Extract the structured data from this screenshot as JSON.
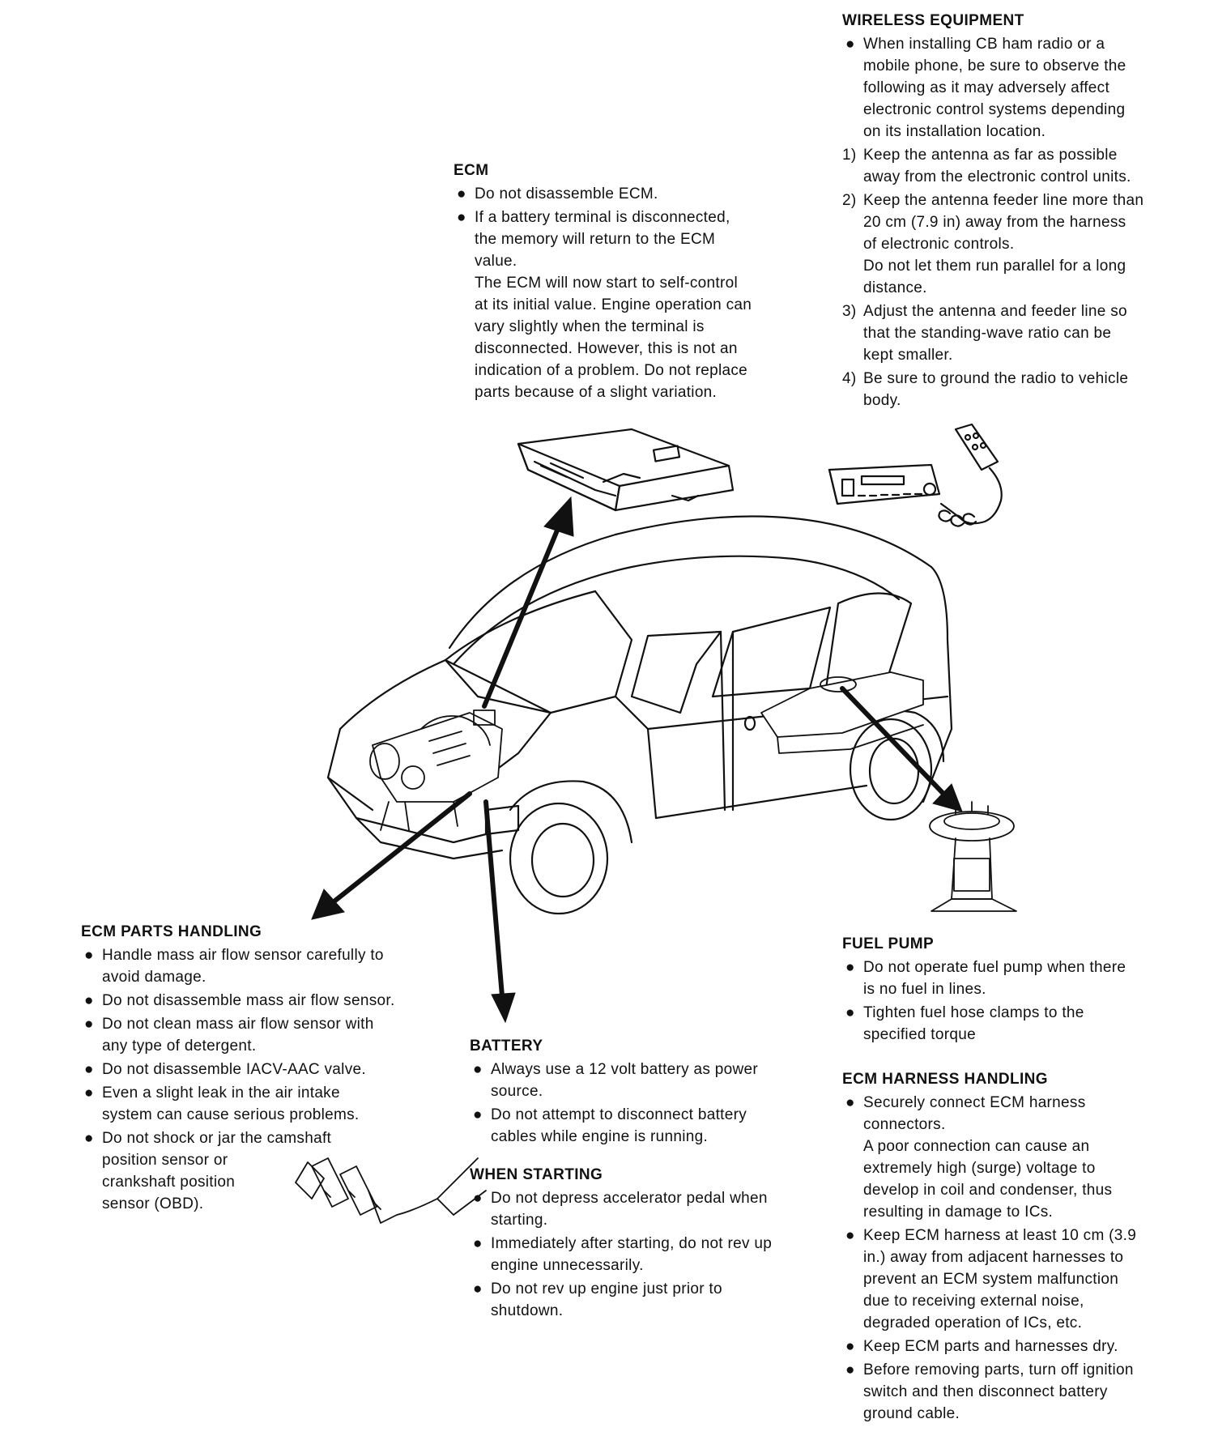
{
  "wireless": {
    "title": "WIRELESS EQUIPMENT",
    "intro": [
      "When installing CB ham radio or a",
      "mobile phone, be sure to observe the",
      "following as it may adversely affect",
      "electronic control systems depending",
      "on its installation location."
    ],
    "items": [
      {
        "num": "1)",
        "lines": [
          "Keep the antenna as far as possible",
          "away from the electronic control units."
        ]
      },
      {
        "num": "2)",
        "lines": [
          "Keep the antenna feeder line more than",
          "20 cm (7.9 in) away from the harness",
          "of electronic controls.",
          "Do not let them run parallel for a long",
          "distance."
        ]
      },
      {
        "num": "3)",
        "lines": [
          "Adjust the antenna and feeder line so",
          "that the standing-wave ratio can be",
          "kept smaller."
        ]
      },
      {
        "num": "4)",
        "lines": [
          "Be sure to ground the radio to vehicle",
          "body."
        ]
      }
    ]
  },
  "ecm": {
    "title": "ECM",
    "item1": "Do not disassemble ECM.",
    "item2": [
      "If a battery terminal is disconnected,",
      "the memory will return to the ECM",
      "value.",
      "The ECM will now start to self-control",
      "at its initial value. Engine operation can",
      "vary slightly when the terminal is",
      "disconnected. However, this is not an",
      "indication of a problem. Do not replace",
      "parts because of a slight variation."
    ]
  },
  "parts": {
    "title": "ECM PARTS HANDLING",
    "items": [
      [
        "Handle mass air flow sensor carefully to",
        "avoid damage."
      ],
      [
        "Do not disassemble mass air flow sensor."
      ],
      [
        "Do not clean mass air flow sensor with",
        "any type of detergent."
      ],
      [
        "Do not disassemble IACV-AAC valve."
      ],
      [
        "Even a slight leak in the air intake",
        "system can cause serious problems."
      ],
      [
        "Do not shock or jar the camshaft",
        "position sensor or",
        "crankshaft position",
        "sensor (OBD)."
      ]
    ]
  },
  "battery": {
    "title": "BATTERY",
    "items": [
      [
        "Always use a 12 volt battery as power",
        "source."
      ],
      [
        "Do not attempt to disconnect battery",
        "cables while engine is running."
      ]
    ]
  },
  "starting": {
    "title": "WHEN STARTING",
    "items": [
      [
        "Do not depress accelerator pedal when",
        "starting."
      ],
      [
        "Immediately after starting, do not rev up",
        "engine unnecessarily."
      ],
      [
        "Do not rev up engine just prior to",
        "shutdown."
      ]
    ]
  },
  "fuel": {
    "title": "FUEL PUMP",
    "items": [
      [
        "Do not operate fuel pump when there",
        "is no fuel in lines."
      ],
      [
        "Tighten fuel hose clamps to the",
        "specified torque"
      ]
    ]
  },
  "harness": {
    "title": "ECM HARNESS HANDLING",
    "items": [
      [
        "Securely connect ECM harness",
        "connectors.",
        "A poor connection can cause an",
        "extremely high (surge) voltage to",
        "develop in coil and condenser, thus",
        "resulting in damage to ICs."
      ],
      [
        "Keep ECM harness at least 10 cm (3.9",
        "in.) away from adjacent harnesses to",
        "prevent an ECM system malfunction",
        "due to receiving external noise,",
        "degraded operation of ICs, etc."
      ],
      [
        "Keep ECM parts and harnesses dry."
      ],
      [
        "Before removing parts, turn off ignition",
        "switch and then disconnect battery",
        "ground cable."
      ]
    ]
  },
  "bullet_char": "●",
  "colors": {
    "ink": "#111111",
    "paper": "#ffffff"
  }
}
